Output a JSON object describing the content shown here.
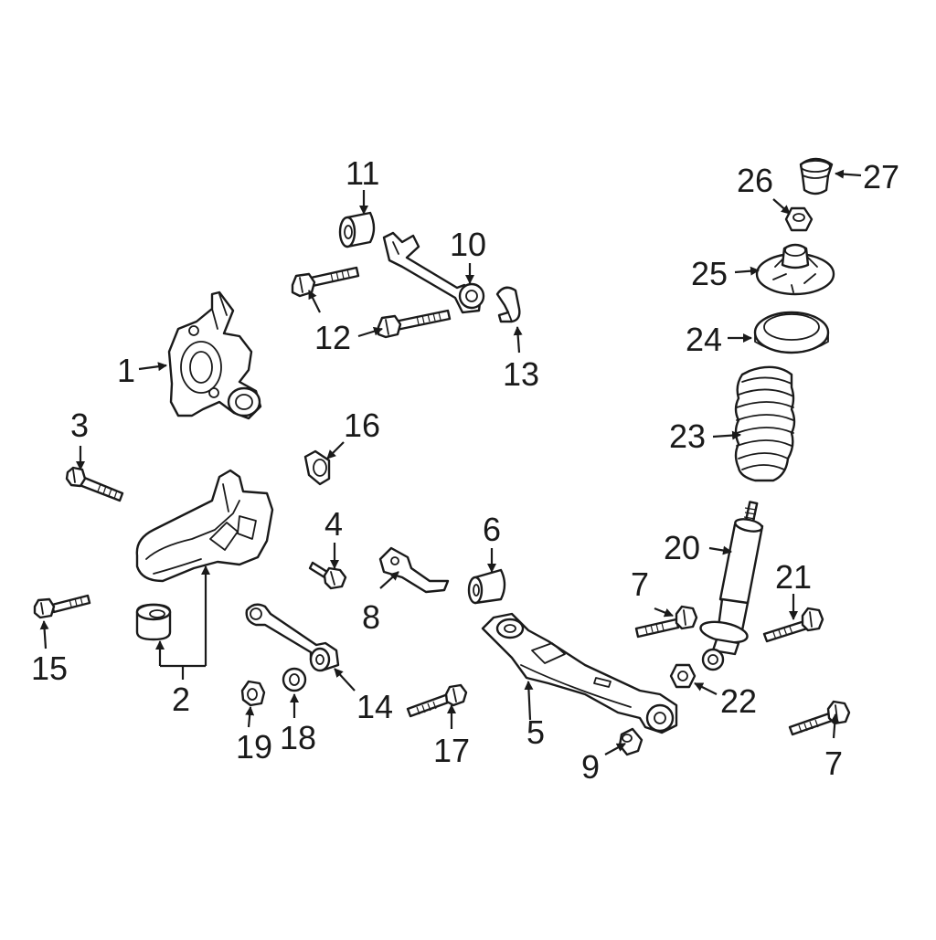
{
  "colors": {
    "ink": "#1a1a1a",
    "background": "#ffffff"
  },
  "callouts": {
    "1": "1",
    "2": "2",
    "3": "3",
    "4": "4",
    "5": "5",
    "6": "6",
    "7a": "7",
    "7b": "7",
    "8": "8",
    "9": "9",
    "10": "10",
    "11": "11",
    "12": "12",
    "13": "13",
    "14": "14",
    "15": "15",
    "16": "16",
    "17": "17",
    "18": "18",
    "19": "19",
    "20": "20",
    "21": "21",
    "22": "22",
    "23": "23",
    "24": "24",
    "25": "25",
    "26": "26",
    "27": "27"
  }
}
